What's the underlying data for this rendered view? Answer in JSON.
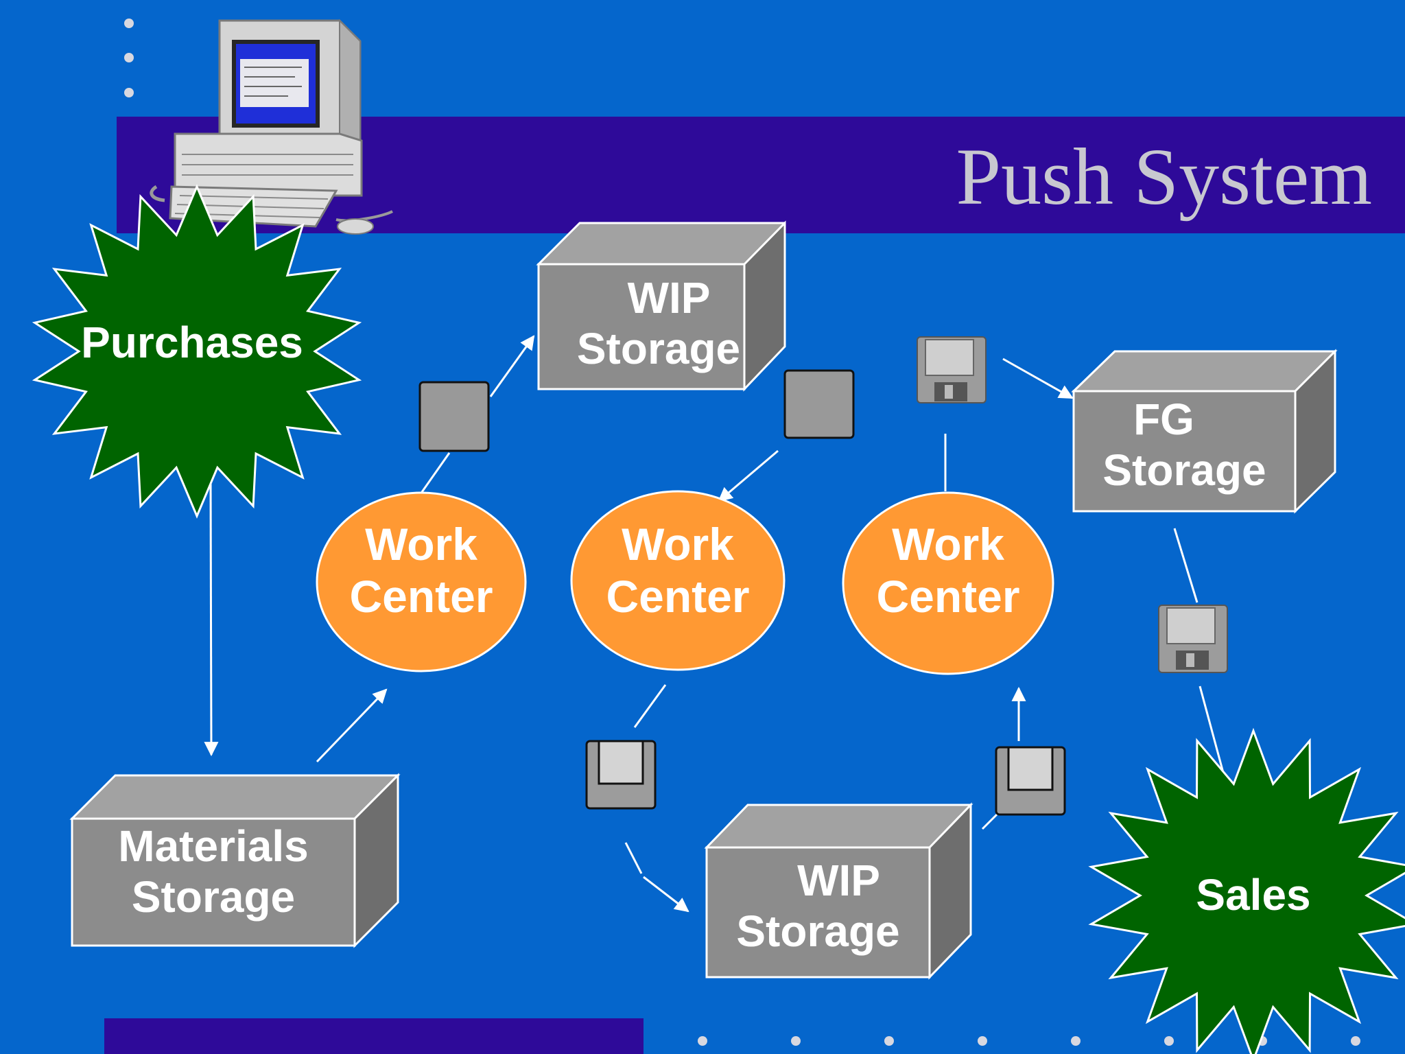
{
  "slide": {
    "title": "Push System",
    "colors": {
      "background": "#0566cc",
      "band": "#2e0a99",
      "box_front": "#8f8f8f",
      "work_center": "#ff9933",
      "burst": "#006400",
      "arrow": "#ffffff"
    }
  },
  "nodes": {
    "purchases": "Purchases",
    "materials_storage": [
      "Materials",
      "Storage"
    ],
    "wip_storage_top": [
      "WIP",
      "Storage"
    ],
    "wip_storage_bottom": [
      "WIP",
      "Storage"
    ],
    "fg_storage": [
      "FG",
      "Storage"
    ],
    "work_center_1": [
      "Work",
      "Center"
    ],
    "work_center_2": [
      "Work",
      "Center"
    ],
    "work_center_3": [
      "Work",
      "Center"
    ],
    "sales": "Sales"
  },
  "icons": {
    "clipart_computer": "desktop-computer-icon",
    "flow_documents": "floppy-disk-icon"
  }
}
